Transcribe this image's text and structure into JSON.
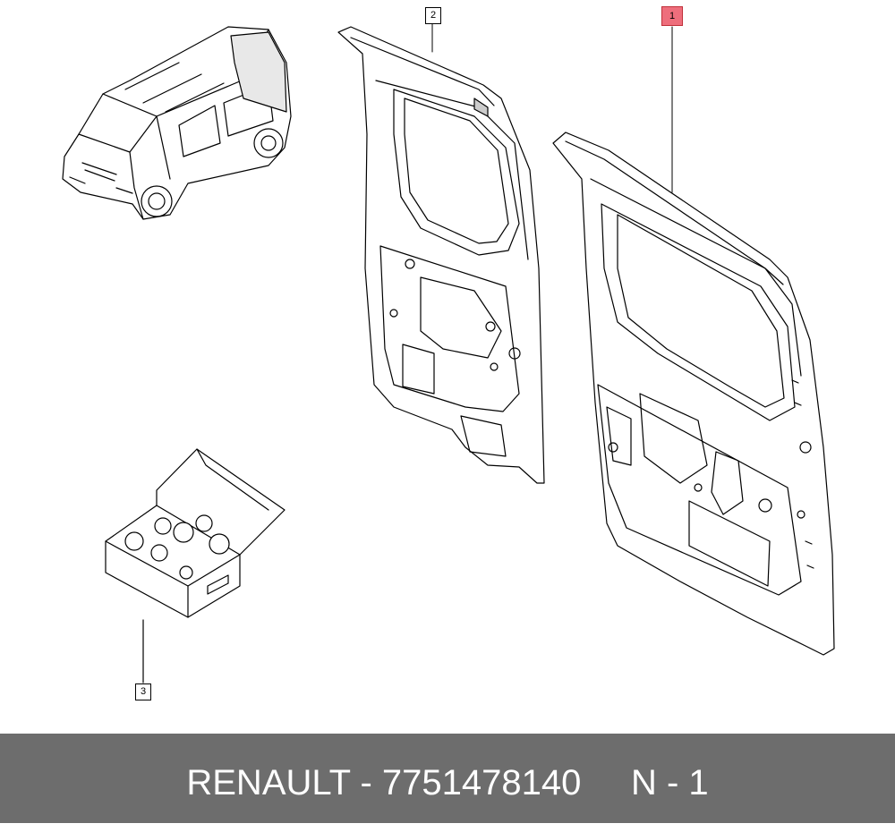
{
  "callouts": {
    "part1": "1",
    "part2": "2",
    "part3": "3"
  },
  "footer": {
    "brand": "RENAULT",
    "part_number": "7751478140",
    "text": "RENAULT - 7751478140     N - 1"
  },
  "colors": {
    "highlight": "#ee6e7c",
    "footer_bg": "#6d6d6d"
  },
  "icons": [
    "van-illustration",
    "rear-door-left",
    "rear-door-right",
    "fastener-kit-box"
  ]
}
